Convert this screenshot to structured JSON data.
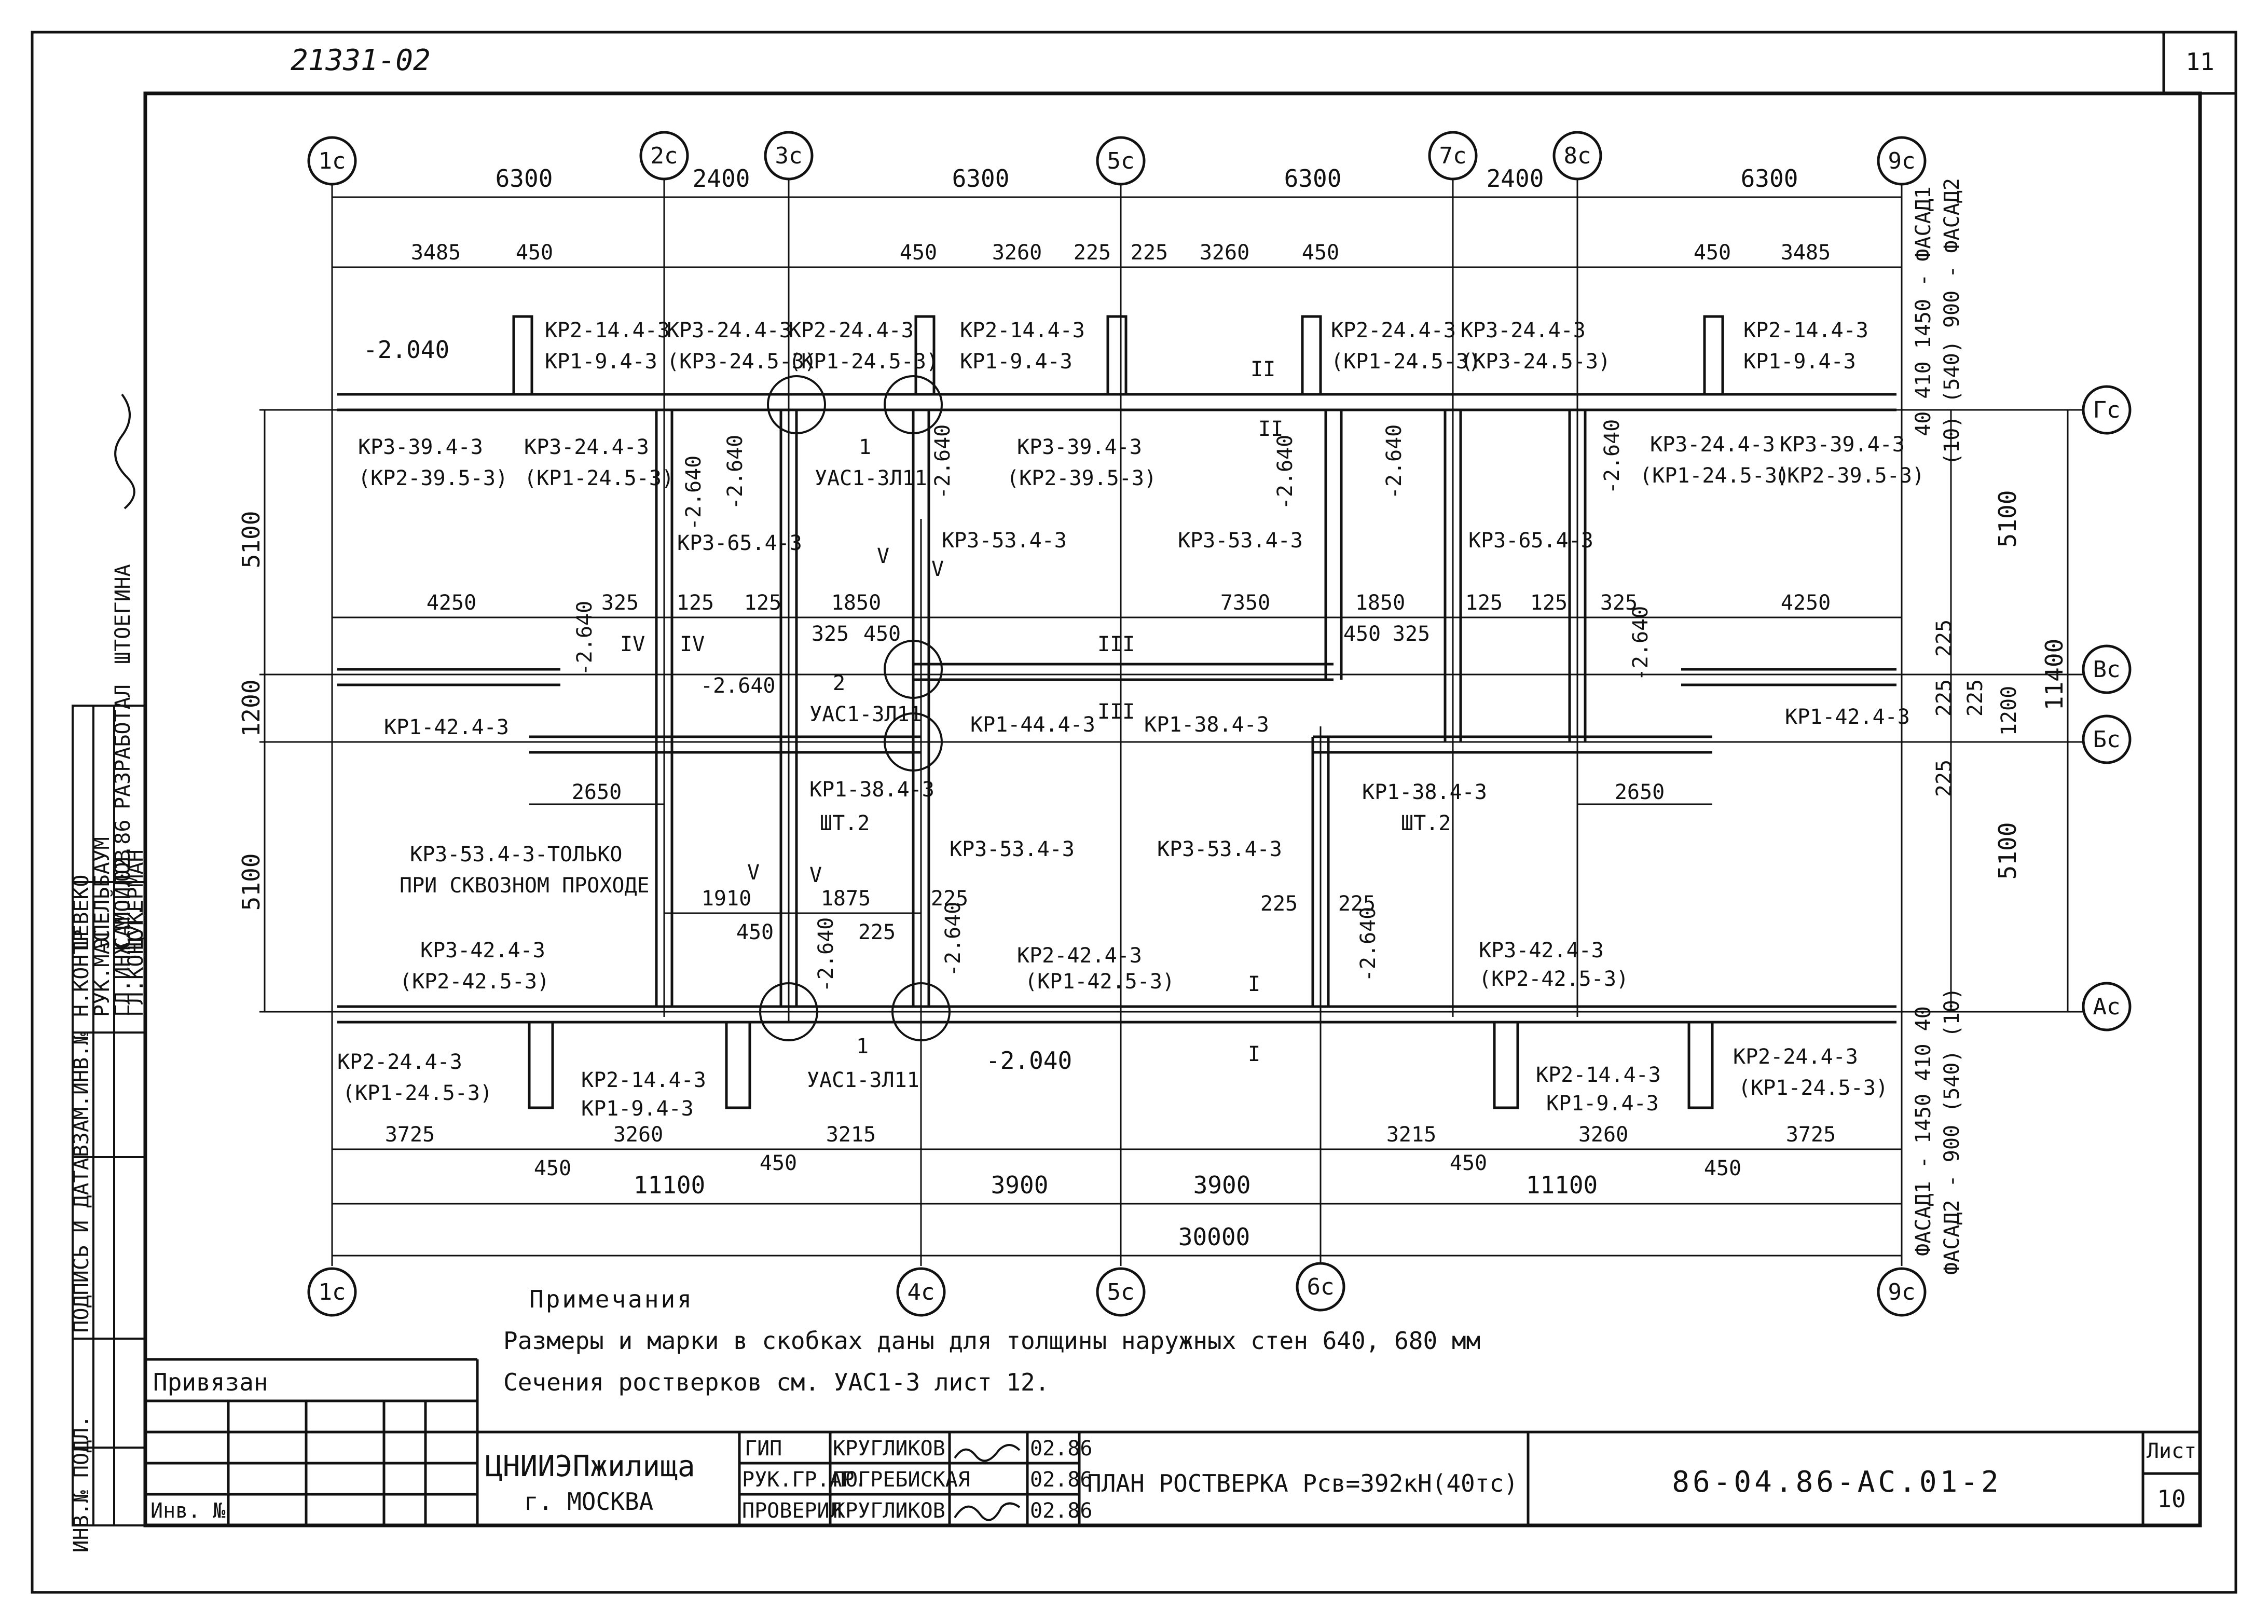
{
  "sheet": {
    "archive_number": "21331-02",
    "top_sheet_number": "11",
    "sheet_label": "Лист",
    "sheet_number": "10"
  },
  "axes": {
    "top": [
      "1c",
      "2c",
      "3c",
      "5c",
      "7c",
      "8c",
      "9c"
    ],
    "bottom": [
      "1c",
      "4c",
      "5c",
      "6c",
      "9c"
    ],
    "right": [
      "Гс",
      "Вс",
      "Бс",
      "Ас"
    ]
  },
  "dims": {
    "top_spans": [
      "6300",
      "2400",
      "6300",
      "6300",
      "2400",
      "6300"
    ],
    "top_sub": [
      "3485",
      "450",
      "450",
      "3260",
      "225",
      "225",
      "3260",
      "450",
      "450",
      "3485"
    ],
    "bottom_sub": [
      "3725",
      "3260",
      "3215",
      "3215",
      "3260",
      "3725"
    ],
    "bottom_small": [
      "450",
      "450",
      "450",
      "450"
    ],
    "bottom_spans": [
      "11100",
      "3900",
      "3900",
      "11100"
    ],
    "total": "30000",
    "left_vert": [
      "5100",
      "1200",
      "5100"
    ],
    "right_vert": [
      "5100",
      "11400",
      "1200",
      "5100"
    ],
    "right_small": [
      "225",
      "225",
      "225",
      "225"
    ],
    "middle": [
      "4250",
      "325",
      "125",
      "125",
      "1850",
      "325",
      "450",
      "7350",
      "1850",
      "450",
      "325",
      "125",
      "125",
      "325",
      "4250",
      "2650",
      "2650",
      "1910",
      "450",
      "1875",
      "225",
      "225",
      "225",
      "225"
    ]
  },
  "levels": [
    "-2.040",
    "-2.040",
    "-2.640",
    "-2.640",
    "-2.640",
    "-2.640",
    "-2.640",
    "-2.640",
    "-2.640",
    "-2.640",
    "-2.640",
    "-2.640",
    "-2.640",
    "-2.640"
  ],
  "marks": {
    "top": [
      "КР2-14.4-3",
      "КР1-9.4-3",
      "КР3-24.4-3",
      "(КР3-24.5-3)",
      "КР2-24.4-3",
      "(КР1-24.5-3)",
      "КР2-14.4-3",
      "КР1-9.4-3",
      "КР2-24.4-3",
      "(КР1-24.5-3)",
      "КР3-24.4-3",
      "(КР3-24.5-3)",
      "КР2-14.4-3",
      "КР1-9.4-3"
    ],
    "gc_row": [
      "КР3-39.4-3",
      "(КР2-39.5-3)",
      "КР3-24.4-3",
      "(КР1-24.5-3)",
      "КР3-39.4-3",
      "(КР2-39.5-3)",
      "КР3-24.4-3",
      "(КР1-24.5-3)",
      "КР3-39.4-3",
      "(КР2-39.5-3)"
    ],
    "mid": [
      "КР3-65.4-3",
      "КР3-53.4-3",
      "КР3-53.4-3",
      "КР3-65.4-3",
      "КР1-42.4-3",
      "КР1-44.4-3",
      "КР1-38.4-3",
      "КР1-42.4-3",
      "КР1-38.4-3",
      "КР1-38.4-3"
    ],
    "lower": [
      "КР3-53.4-3",
      "КР3-53.4-3",
      "КР3-53.4-3-ТОЛЬКО",
      "ПРИ СКВОЗНОМ ПРОХОДЕ",
      "КР3-42.4-3",
      "(КР2-42.5-3)",
      "КР2-42.4-3",
      "(КР1-42.5-3)",
      "КР3-42.4-3",
      "(КР2-42.5-3)"
    ],
    "bottom": [
      "КР2-24.4-3",
      "(КР1-24.5-3)",
      "КР2-14.4-3",
      "КР1-9.4-3",
      "КР2-14.4-3",
      "КР1-9.4-3",
      "КР2-24.4-3",
      "(КР1-24.5-3)"
    ],
    "pieces": [
      "ШТ.2",
      "ШТ.2"
    ]
  },
  "nodes": [
    "1",
    "УАС1-3Л11",
    "2",
    "УАС1-3Л11",
    "1",
    "УАС1-3Л11"
  ],
  "sections": [
    "II",
    "II",
    "III",
    "III",
    "IV",
    "IV",
    "V",
    "V",
    "V",
    "V",
    "I",
    "I"
  ],
  "facades": {
    "top": "40 410 1450 - ФАСАД1",
    "top2": "(10) (540) 900 - ФАСАД2",
    "bottom": "ФАСАД1 - 1450 410 40",
    "bottom2": "ФАСАД2 - 900 (540) (10)"
  },
  "notes": {
    "title": "Примечания",
    "line1": "Размеры и марки в скобках даны для толщины наружных стен 640, 680 мм",
    "line2": "Сечения ростверков см. УАС1-3 лист 12."
  },
  "privyazan": "Привязан",
  "inv_no": "Инв. №",
  "left_stamp": {
    "rows": [
      {
        "role": "Н.КОНТР",
        "name": "ШЕВЕКО"
      },
      {
        "role": "РУК.МАС",
        "name": "ЭПЕЛЬБАУМ"
      },
      {
        "role": "ГЛ.ИНЖ.М",
        "name": "САМОЙЛОВ"
      },
      {
        "role": "ГЛ.КОНСТ.",
        "name": "ЦУКЕРМАН"
      }
    ],
    "developed": "РАЗРАБОТАЛ",
    "developer": "ШТОЕГИНА",
    "date": "02.86",
    "fields": [
      "ИНВ.№ ПОДЛ.",
      "ПОДПИСЬ И ДАТА",
      "ВЗАМ.ИНВ.№"
    ]
  },
  "title_block": {
    "org1": "ЦНИИЭПжилища",
    "org2": "г. МОСКВА",
    "rows": [
      {
        "role": "ГИП",
        "name": "КРУГЛИКОВ",
        "date": "02.86"
      },
      {
        "role": "РУК.ГР.АР.",
        "name": "ПОГРЕБИСКАЯ",
        "date": "02.86"
      },
      {
        "role": "ПРОВЕРИЛ",
        "name": "КРУГЛИКОВ",
        "date": "02.86"
      }
    ],
    "drawing_title": "ПЛАН РОСТВЕРКА Рсв=392кН(40тс)",
    "code": "86-04.86-АС.01-2"
  }
}
